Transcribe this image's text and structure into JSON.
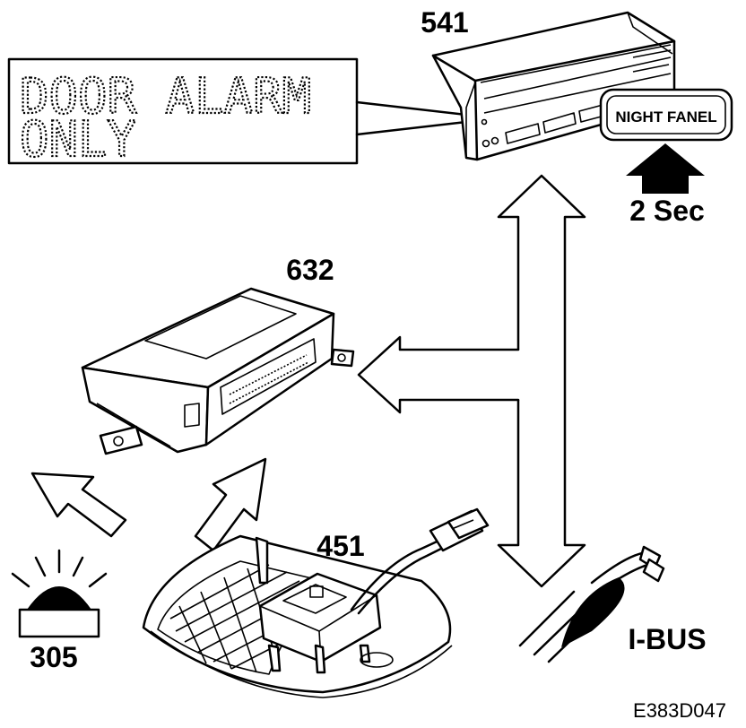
{
  "display": {
    "line1": "DOOR ALARM",
    "line2": "ONLY"
  },
  "button": {
    "label": "NIGHT FANEL",
    "press_time": "2 Sec"
  },
  "components": {
    "display_unit": "541",
    "control_module": "632",
    "interior_light": "451",
    "warning_lamp": "305",
    "bus": "I-BUS"
  },
  "figure_id": "E383D047"
}
